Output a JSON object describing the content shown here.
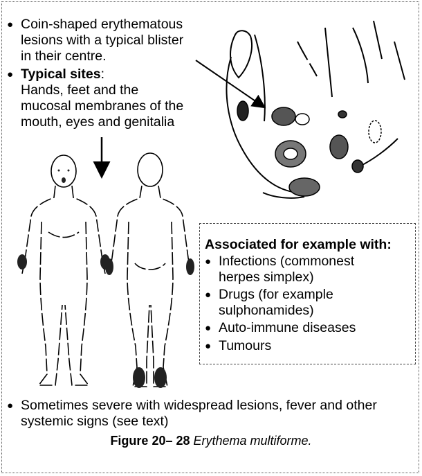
{
  "bullets_top": [
    {
      "lines": [
        "Coin-shaped erythematous",
        "lesions with a typical blister",
        "in their centre."
      ]
    },
    {
      "heading": "Typical sites",
      "colon": ":",
      "lines": [
        "Hands, feet and the",
        "mucosal membranes of the",
        "mouth, eyes and genitalia"
      ]
    }
  ],
  "box": {
    "heading": "Associated for example with:",
    "items": [
      [
        "Infections (commonest",
        "herpes simplex)"
      ],
      [
        "Drugs (for example",
        "sulphonamides)"
      ],
      [
        "Auto-immune diseases"
      ],
      [
        "Tumours"
      ]
    ]
  },
  "bottom_bullet": [
    "Sometimes severe with widespread lesions, fever and other",
    "systemic signs (see text)"
  ],
  "caption": {
    "label": "Figure 20– 28",
    "text": "Erythema multiforme."
  }
}
